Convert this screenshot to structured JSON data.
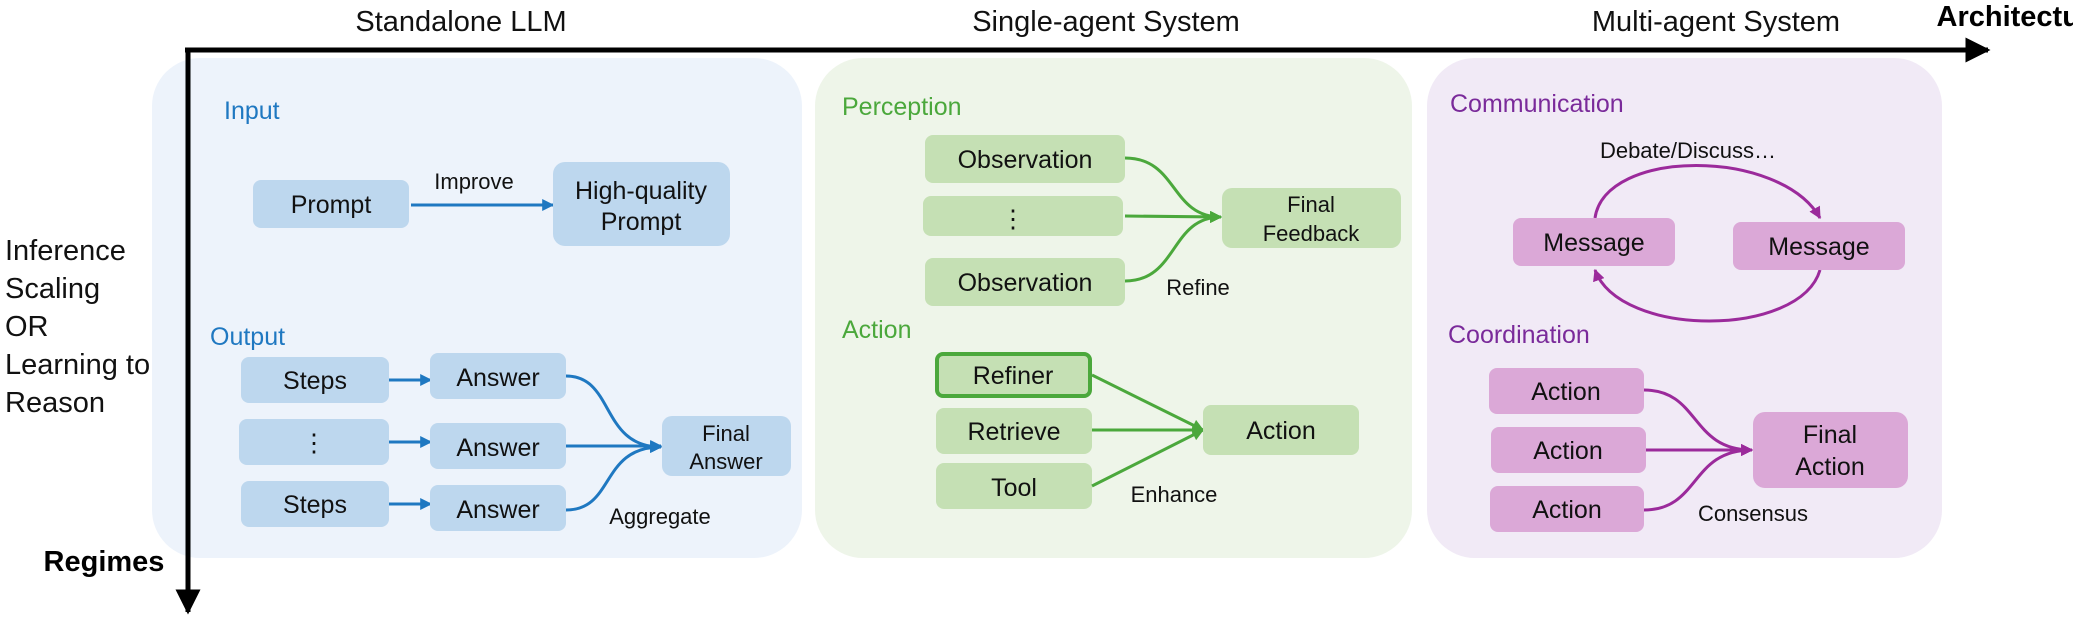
{
  "axes": {
    "x_label": "Architectures",
    "y_label": "Regimes",
    "columns": [
      "Standalone LLM",
      "Single-agent System",
      "Multi-agent System"
    ],
    "row_label_lines": [
      "Inference",
      "Scaling",
      "OR",
      "Learning to",
      "Reason"
    ]
  },
  "colors": {
    "axis": "#000000",
    "blue_panel": "#edf3fb",
    "blue_box": "#bdd7ee",
    "blue_accent": "#1f78c1",
    "green_panel": "#eef5e9",
    "green_box": "#c5e0b4",
    "green_accent": "#4ba83c",
    "purple_panel": "#f1eaf6",
    "purple_box": "#dba8d7",
    "purple_accent": "#9b2a9b"
  },
  "standalone": {
    "input_title": "Input",
    "prompt": "Prompt",
    "improve": "Improve",
    "hq_prompt_lines": [
      "High-quality",
      "Prompt"
    ],
    "output_title": "Output",
    "steps_1": "Steps",
    "ellipsis": "⋮",
    "steps_2": "Steps",
    "answer_1": "Answer",
    "answer_2": "Answer",
    "answer_3": "Answer",
    "final_answer_lines": [
      "Final",
      "Answer"
    ],
    "aggregate": "Aggregate"
  },
  "single_agent": {
    "perception_title": "Perception",
    "observation_1": "Observation",
    "ellipsis": "⋮",
    "observation_2": "Observation",
    "final_feedback_lines": [
      "Final",
      "Feedback"
    ],
    "refine": "Refine",
    "action_title": "Action",
    "refiner": "Refiner",
    "retrieve": "Retrieve",
    "tool": "Tool",
    "action": "Action",
    "enhance": "Enhance"
  },
  "multi_agent": {
    "communication_title": "Communication",
    "debate": "Debate/Discuss…",
    "message_1": "Message",
    "message_2": "Message",
    "coordination_title": "Coordination",
    "action_1": "Action",
    "action_2": "Action",
    "action_3": "Action",
    "final_action_lines": [
      "Final",
      "Action"
    ],
    "consensus": "Consensus"
  }
}
